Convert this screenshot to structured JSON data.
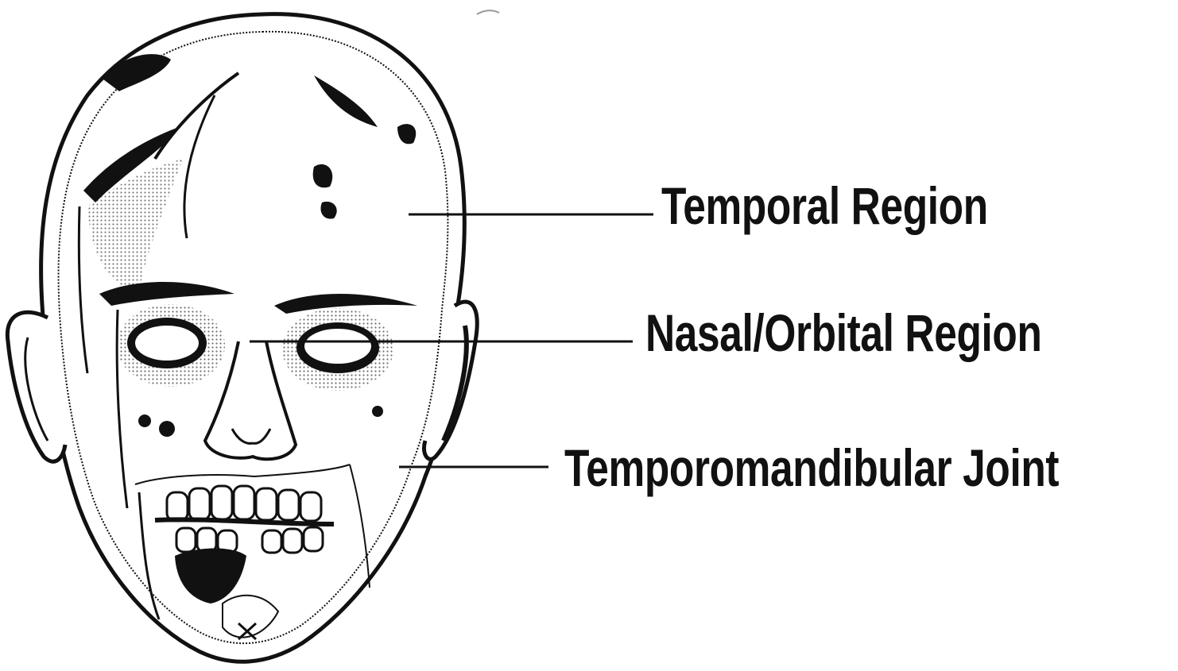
{
  "labels": {
    "temporal_region": "Temporal Region",
    "nasal_orbital_region": "Nasal/Orbital Region",
    "temporomandibular_joint": "Temporomandibular Joint"
  },
  "colors": {
    "ink": "#111111",
    "background": "#ffffff",
    "halftone": "#9a9a9a"
  }
}
